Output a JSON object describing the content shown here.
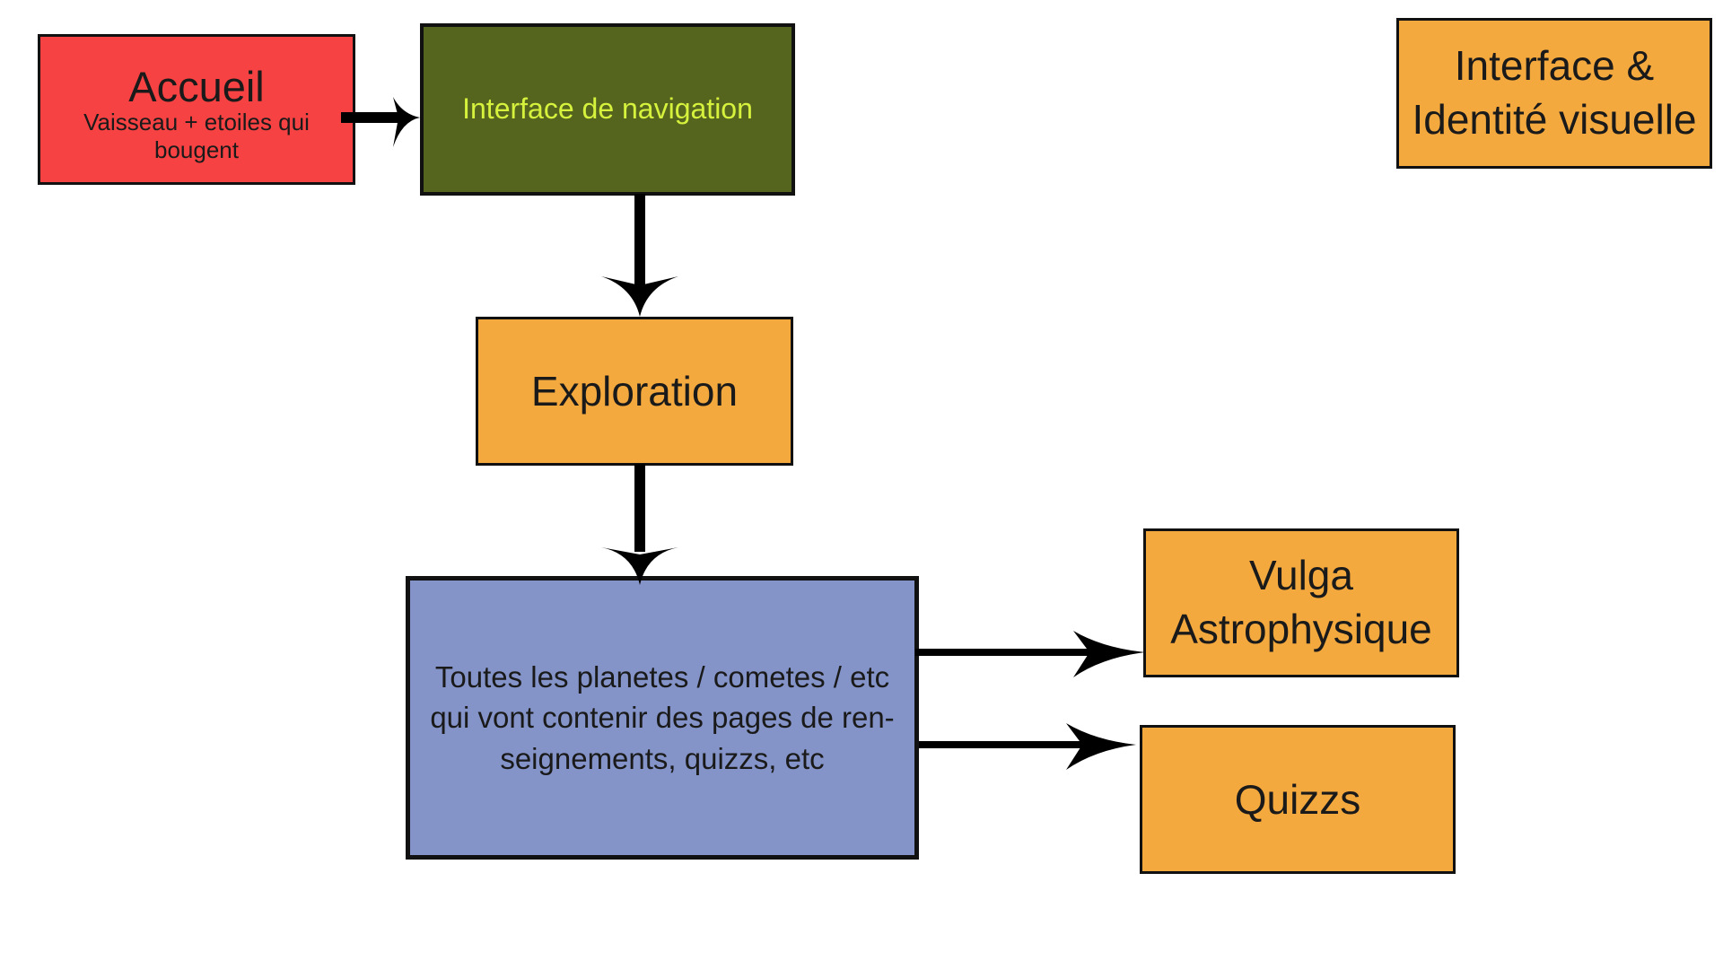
{
  "colors": {
    "accueil": "#F64242",
    "navigation": "#55651E",
    "navigation_text": "#D6F23D",
    "orange": "#F4A93E",
    "planetes": "#8494C9",
    "stroke": "#111111"
  },
  "nodes": {
    "accueil": {
      "title": "Accueil",
      "subtitle": "Vaisseau + etoiles qui bougent"
    },
    "navigation": {
      "label": "Interface de navigation"
    },
    "exploration": {
      "label": "Exploration"
    },
    "planetes": {
      "label": "Toutes les planetes / cometes / etc qui vont contenir des pages de ren-seignements, quizzs, etc"
    },
    "vulga": {
      "label": "Vulga Astrophysique"
    },
    "quizzs": {
      "label": "Quizzs"
    },
    "interface": {
      "label": "Interface & Identité visuelle"
    }
  },
  "edges": [
    {
      "from": "accueil",
      "to": "navigation"
    },
    {
      "from": "navigation",
      "to": "exploration"
    },
    {
      "from": "exploration",
      "to": "planetes"
    },
    {
      "from": "planetes",
      "to": "vulga"
    },
    {
      "from": "planetes",
      "to": "quizzs"
    }
  ]
}
